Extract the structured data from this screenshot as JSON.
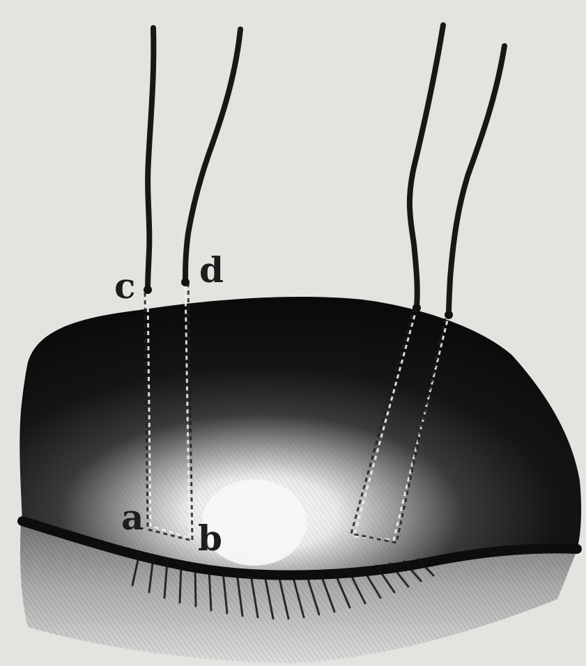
{
  "labels": {
    "a": "a",
    "b": "b",
    "c": "c",
    "d": "d"
  },
  "colors": {
    "paper": "#e6e6e2",
    "ink": "#171717"
  }
}
